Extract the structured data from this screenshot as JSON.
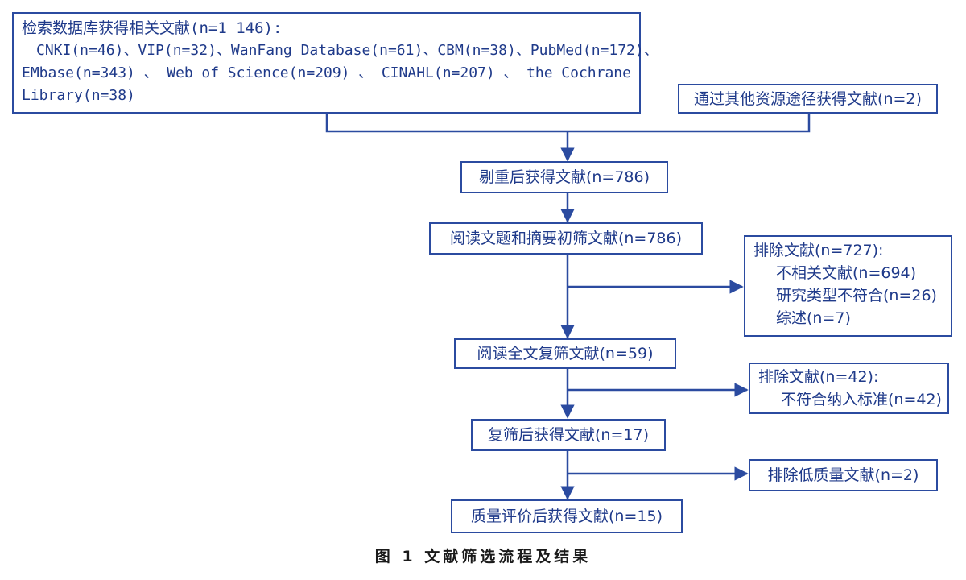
{
  "boxes": {
    "database_search": {
      "title": "检索数据库获得相关文献(n=1 146):",
      "line1": "CNKI(n=46)、VIP(n=32)、WanFang Database(n=61)、CBM(n=38)、PubMed(n=172)、",
      "line2_parts": [
        "EMbase(n=343)",
        "、",
        "Web",
        "of",
        "Science(n=209)",
        "、",
        "CINAHL(n=207)",
        "、",
        "the",
        "Cochrane"
      ],
      "line3": "Library(n=38)"
    },
    "other_sources": "通过其他资源途径获得文献(n=2)",
    "dedup": "剔重后获得文献(n=786)",
    "title_abstract": "阅读文题和摘要初筛文献(n=786)",
    "exclusion1": {
      "title": "排除文献(n=727):",
      "items": [
        "不相关文献(n=694)",
        "研究类型不符合(n=26)",
        "综述(n=7)"
      ]
    },
    "fulltext": "阅读全文复筛文献(n=59)",
    "exclusion2": {
      "title": "排除文献(n=42):",
      "items": [
        "不符合纳入标准(n=42)"
      ]
    },
    "after_rescreen": "复筛后获得文献(n=17)",
    "low_quality": "排除低质量文献(n=2)",
    "final": "质量评价后获得文献(n=15)"
  },
  "caption": "图 1  文献筛选流程及结果",
  "colors": {
    "box_border": "#2b4ba0",
    "text": "#1f3a8a",
    "arrow": "#2b4ba0"
  }
}
